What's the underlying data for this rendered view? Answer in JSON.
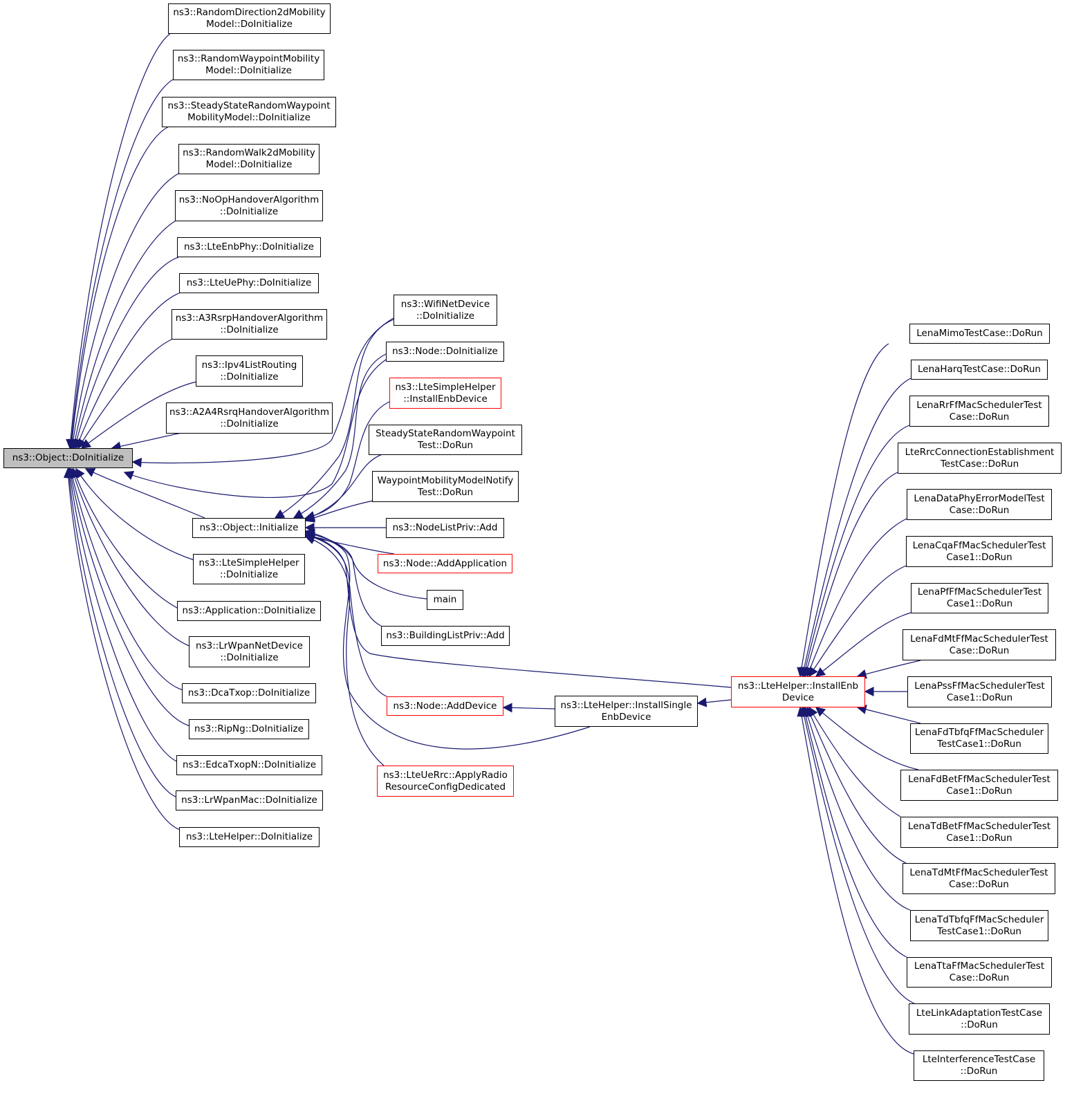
{
  "colors": {
    "edge": "#191970",
    "node_border": "#000000",
    "node_border_highlight": "#ff0000",
    "root_fill": "#bfbfbf"
  },
  "nodes": {
    "root": "ns3::Object::DoInitialize",
    "randomdirection": "ns3::RandomDirection2dMobility\nModel::DoInitialize",
    "randomwaypoint": "ns3::RandomWaypointMobility\nModel::DoInitialize",
    "steadystate": "ns3::SteadyStateRandomWaypoint\nMobilityModel::DoInitialize",
    "randomwalk": "ns3::RandomWalk2dMobility\nModel::DoInitialize",
    "noophandover": "ns3::NoOpHandoverAlgorithm\n::DoInitialize",
    "lteenbphy": "ns3::LteEnbPhy::DoInitialize",
    "lteuephy": "ns3::LteUePhy::DoInitialize",
    "a3rsrp": "ns3::A3RsrpHandoverAlgorithm\n::DoInitialize",
    "ipv4list": "ns3::Ipv4ListRouting\n::DoInitialize",
    "a2a4rsrq": "ns3::A2A4RsrqHandoverAlgorithm\n::DoInitialize",
    "objinit": "ns3::Object::Initialize",
    "ltesimpledoinit": "ns3::LteSimpleHelper\n::DoInitialize",
    "appdoinit": "ns3::Application::DoInitialize",
    "lrwpannetdevice": "ns3::LrWpanNetDevice\n::DoInitialize",
    "dcatxop": "ns3::DcaTxop::DoInitialize",
    "ripng": "ns3::RipNg::DoInitialize",
    "edcatxopn": "ns3::EdcaTxopN::DoInitialize",
    "lrwpanmac": "ns3::LrWpanMac::DoInitialize",
    "ltehelperdoinit": "ns3::LteHelper::DoInitialize",
    "wifinet": "ns3::WifiNetDevice\n::DoInitialize",
    "nodedoinit": "ns3::Node::DoInitialize",
    "ltesimpleinstall": "ns3::LteSimpleHelper\n::InstallEnbDevice",
    "steadystatetest": "SteadyStateRandomWaypoint\nTest::DoRun",
    "waypointnotify": "WaypointMobilityModelNotify\nTest::DoRun",
    "nodelistadd": "ns3::NodeListPriv::Add",
    "nodeaddapp": "ns3::Node::AddApplication",
    "main": "main",
    "buildinglistadd": "ns3::BuildingListPriv::Add",
    "nodeadddevice": "ns3::Node::AddDevice",
    "lteueapply": "ns3::LteUeRrc::ApplyRadio\nResourceConfigDedicated",
    "installsingle": "ns3::LteHelper::InstallSingle\nEnbDevice",
    "installenb": "ns3::LteHelper::InstallEnb\nDevice",
    "lenamimo": "LenaMimoTestCase::DoRun",
    "lenaharq": "LenaHarqTestCase::DoRun",
    "lenarr": "LenaRrFfMacSchedulerTest\nCase::DoRun",
    "lterrc": "LteRrcConnectionEstablishment\nTestCase::DoRun",
    "lenadataphy": "LenaDataPhyErrorModelTest\nCase::DoRun",
    "lenacqa": "LenaCqaFfMacSchedulerTest\nCase1::DoRun",
    "lenapf": "LenaPfFfMacSchedulerTest\nCase1::DoRun",
    "lenafdmt": "LenaFdMtFfMacSchedulerTest\nCase::DoRun",
    "lenapss": "LenaPssFfMacSchedulerTest\nCase1::DoRun",
    "lenafdtbfq": "LenaFdTbfqFfMacScheduler\nTestCase1::DoRun",
    "lenafdbet": "LenaFdBetFfMacSchedulerTest\nCase1::DoRun",
    "lenatdbet": "LenaTdBetFfMacSchedulerTest\nCase1::DoRun",
    "lenatdmt": "LenaTdMtFfMacSchedulerTest\nCase::DoRun",
    "lenatdtbfq": "LenaTdTbfqFfMacScheduler\nTestCase1::DoRun",
    "lenatta": "LenaTtaFfMacSchedulerTest\nCase::DoRun",
    "ltelink": "LteLinkAdaptationTestCase\n::DoRun",
    "lteinterference": "LteInterferenceTestCase\n::DoRun"
  }
}
